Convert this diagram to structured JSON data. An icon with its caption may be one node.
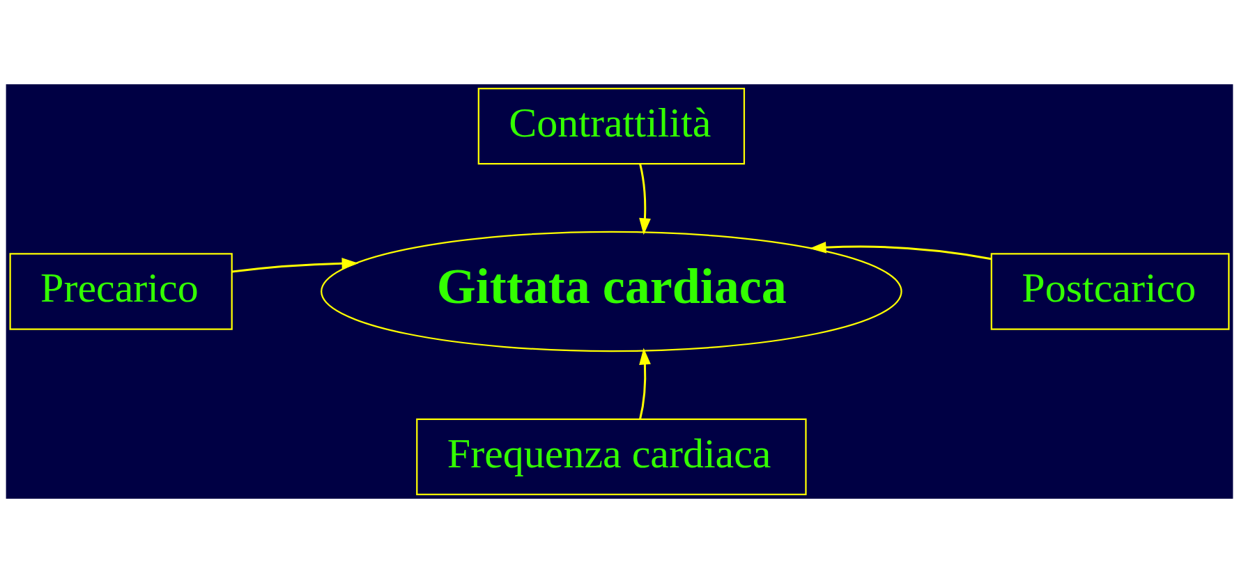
{
  "diagram": {
    "nodes": [
      {
        "text": [
          "Contrattilità"
        ]
      },
      {
        "text": [
          "Precarico"
        ]
      },
      {
        "text": [
          "Gittata cardiaca"
        ]
      },
      {
        "text": [
          "Postcarico"
        ]
      },
      {
        "text": [
          "Frequenza cardiaca"
        ]
      }
    ],
    "edges": [
      {
        "from": 0,
        "to": 2,
        "arrow": "to"
      },
      {
        "from": 1,
        "to": 2,
        "arrow": "to"
      },
      {
        "from": 3,
        "to": 2,
        "arrow": "to"
      },
      {
        "from": 4,
        "to": 2,
        "arrow": "to"
      }
    ]
  }
}
